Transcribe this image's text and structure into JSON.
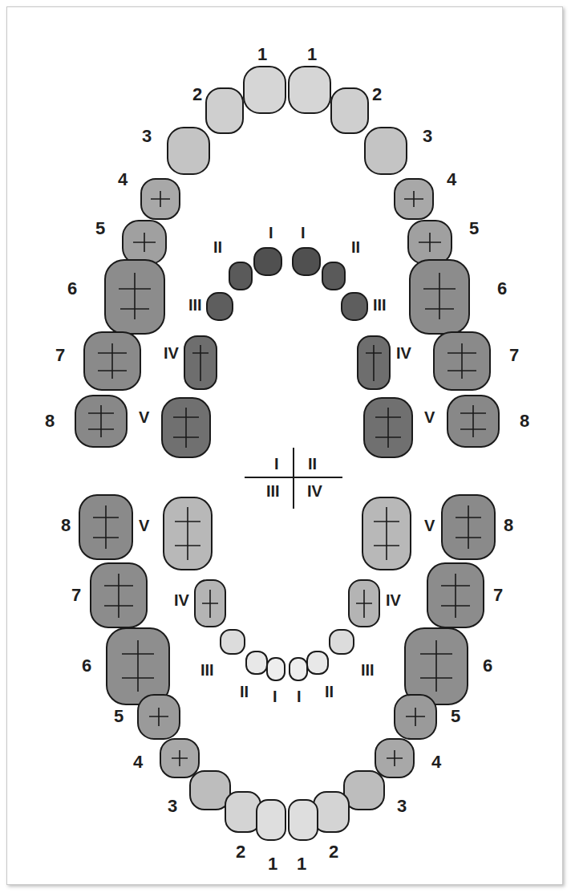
{
  "diagram": {
    "labels": [
      "1",
      "1",
      "2",
      "2",
      "3",
      "3",
      "4",
      "4",
      "5",
      "5",
      "6",
      "6",
      "7",
      "7",
      "8",
      "8",
      "I",
      "I",
      "II",
      "II",
      "III",
      "III",
      "IV",
      "IV",
      "V",
      "V",
      "I",
      "II",
      "III",
      "IV",
      "V",
      "V",
      "IV",
      "IV",
      "III",
      "III",
      "II",
      "II",
      "I",
      "I",
      "8",
      "8",
      "7",
      "7",
      "6",
      "6",
      "5",
      "5",
      "4",
      "4",
      "3",
      "3",
      "2",
      "2",
      "1",
      "1"
    ]
  }
}
